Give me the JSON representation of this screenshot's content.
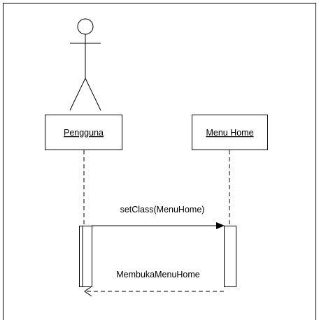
{
  "diagram": {
    "type": "sequence",
    "participants": [
      {
        "id": "pengguna",
        "label": "Pengguna",
        "kind": "actor"
      },
      {
        "id": "menu_home",
        "label": "Menu Home",
        "kind": "object"
      }
    ],
    "messages": [
      {
        "from": "pengguna",
        "to": "menu_home",
        "label": "setClass(MenuHome)",
        "style": "synchronous"
      },
      {
        "from": "menu_home",
        "to": "pengguna",
        "label": "MembukaMenuHome",
        "style": "return"
      }
    ]
  }
}
